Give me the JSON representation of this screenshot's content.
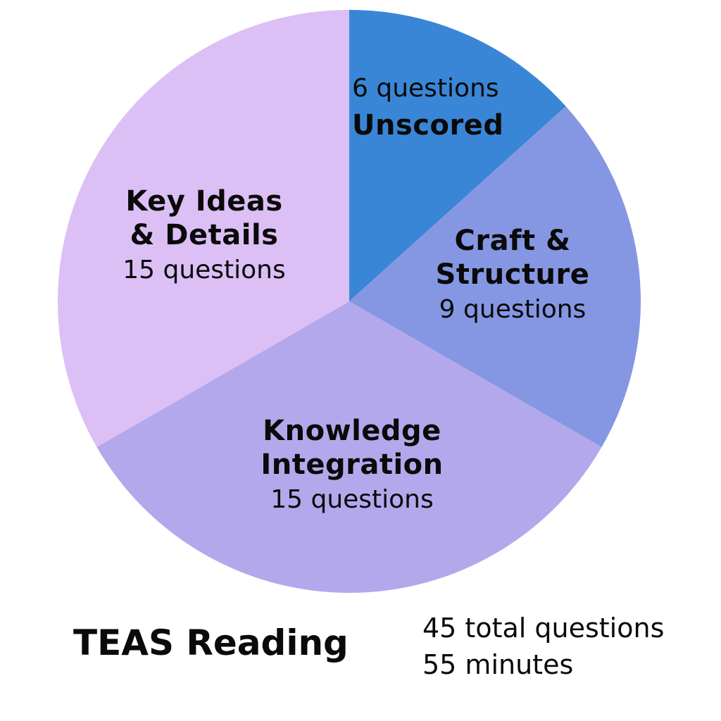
{
  "title": "TEAS Reading",
  "summary": {
    "total_questions": "45 total questions",
    "duration": "55 minutes"
  },
  "slices": [
    {
      "name": "Unscored",
      "count_label": "6 questions",
      "color": "#3A86D6"
    },
    {
      "name": "Craft & Structure",
      "line1": "Craft &",
      "line2": "Structure",
      "count_label": "9 questions",
      "color": "#8597E2"
    },
    {
      "name": "Knowledge Integration",
      "line1": "Knowledge",
      "line2": "Integration",
      "count_label": "15 questions",
      "color": "#B3A8EB"
    },
    {
      "name": "Key Ideas & Details",
      "line1": "Key Ideas",
      "line2": "& Details",
      "count_label": "15 questions",
      "color": "#DCBFF5"
    }
  ],
  "chart_data": {
    "type": "pie",
    "title": "TEAS Reading",
    "categories": [
      "Unscored",
      "Craft & Structure",
      "Knowledge Integration",
      "Key Ideas & Details"
    ],
    "values": [
      6,
      9,
      15,
      15
    ],
    "colors": [
      "#3A86D6",
      "#8597E2",
      "#B3A8EB",
      "#DCBFF5"
    ],
    "start_angle_deg": 0,
    "direction": "clockwise",
    "annotations": [
      "45 total questions",
      "55 minutes"
    ],
    "legend": "none (labels inside slices)"
  }
}
